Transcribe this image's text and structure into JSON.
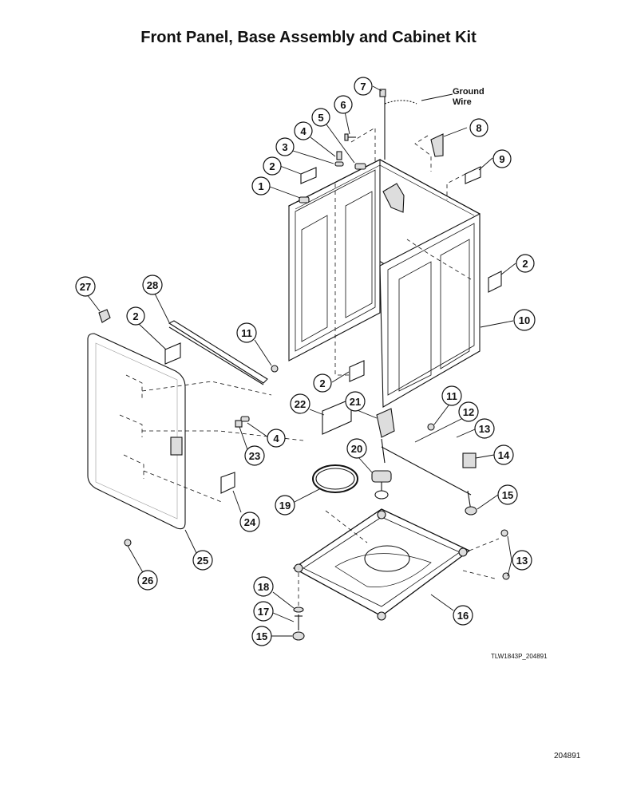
{
  "title": "Front Panel, Base Assembly and Cabinet Kit",
  "ground_wire_label": [
    "Ground",
    "Wire"
  ],
  "callouts": [
    "7",
    "6",
    "5",
    "4",
    "3",
    "2",
    "1",
    "8",
    "9",
    "2",
    "10",
    "27",
    "28",
    "2",
    "11",
    "2",
    "22",
    "21",
    "11",
    "12",
    "13",
    "4",
    "23",
    "14",
    "20",
    "15",
    "19",
    "24",
    "13",
    "25",
    "26",
    "18",
    "17",
    "16",
    "15"
  ],
  "drawing_code": "TLW1843P_204891",
  "page_number": "204891",
  "colors": {
    "line": "#111111",
    "fill": "#ffffff",
    "shade": "#d9d9d9"
  }
}
